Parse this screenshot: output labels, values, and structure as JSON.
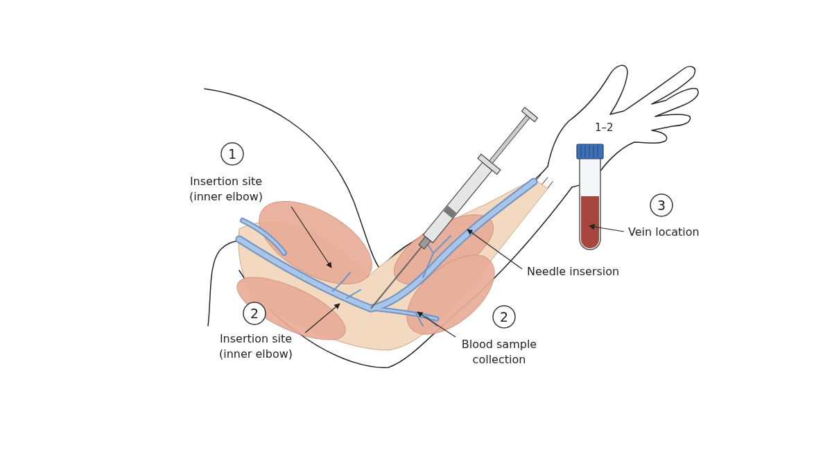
{
  "diagram": {
    "nodes": [
      {
        "text": [
          "1"
        ]
      },
      {
        "text": [
          "2"
        ]
      },
      {
        "text": [
          "2"
        ]
      },
      {
        "text": [
          "3"
        ]
      }
    ],
    "labels": [
      "Insertion site (inner elbow)",
      "Insertion site (inner elbow)",
      "Needle insersion",
      "Blood sample collection",
      "Vein location",
      "1–2"
    ]
  }
}
